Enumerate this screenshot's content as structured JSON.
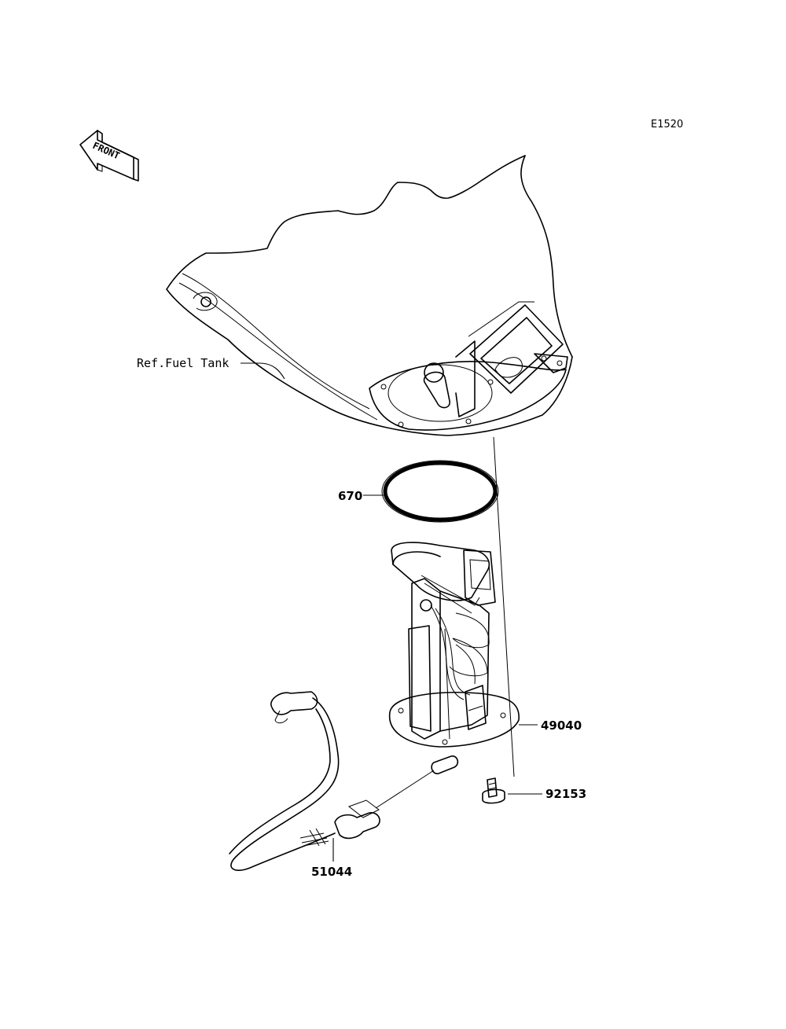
{
  "diagram_code": "E1520",
  "front_arrow_label": "FRONT",
  "ref_label": "Ref.Fuel Tank",
  "parts": {
    "gasket": "670",
    "pump": "49040",
    "bolt": "92153",
    "hose": "51044"
  }
}
